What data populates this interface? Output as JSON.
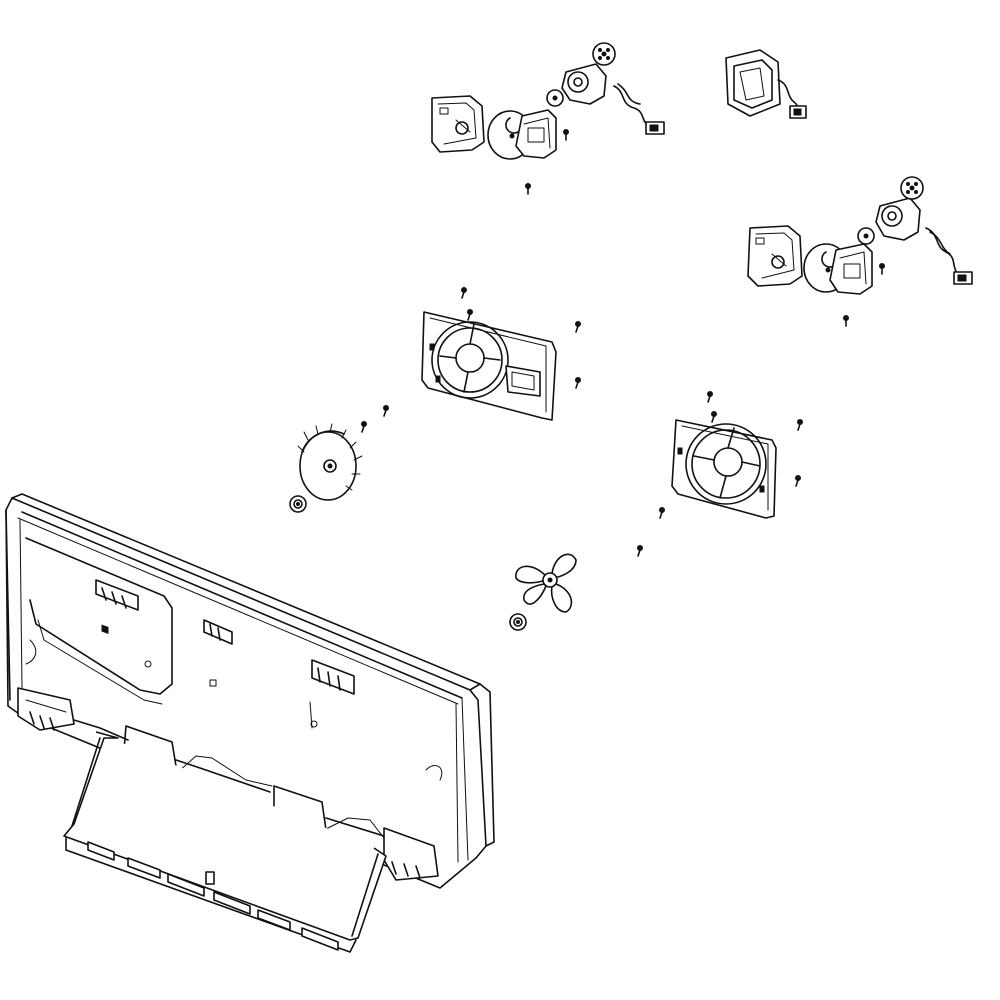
{
  "diagram": {
    "background_color": "#ffffff",
    "line_color": "#111111",
    "components": [
      {
        "id": "upper-damper-assembly",
        "icon": "damper-motor-assembly-icon"
      },
      {
        "id": "upper-duct-damper",
        "icon": "duct-damper-icon"
      },
      {
        "id": "right-damper-assembly",
        "icon": "damper-motor-assembly-icon"
      },
      {
        "id": "upper-fan-bracket",
        "icon": "fan-bracket-icon"
      },
      {
        "id": "blower-wheel",
        "icon": "blower-wheel-icon"
      },
      {
        "id": "lower-fan-bracket",
        "icon": "fan-bracket-icon"
      },
      {
        "id": "fan-blade",
        "icon": "fan-blade-icon"
      },
      {
        "id": "evaporator-cover",
        "icon": "evaporator-cover-icon"
      },
      {
        "id": "screws",
        "icon": "screw-icon"
      },
      {
        "id": "rubber-grommets",
        "icon": "grommet-icon"
      }
    ]
  }
}
